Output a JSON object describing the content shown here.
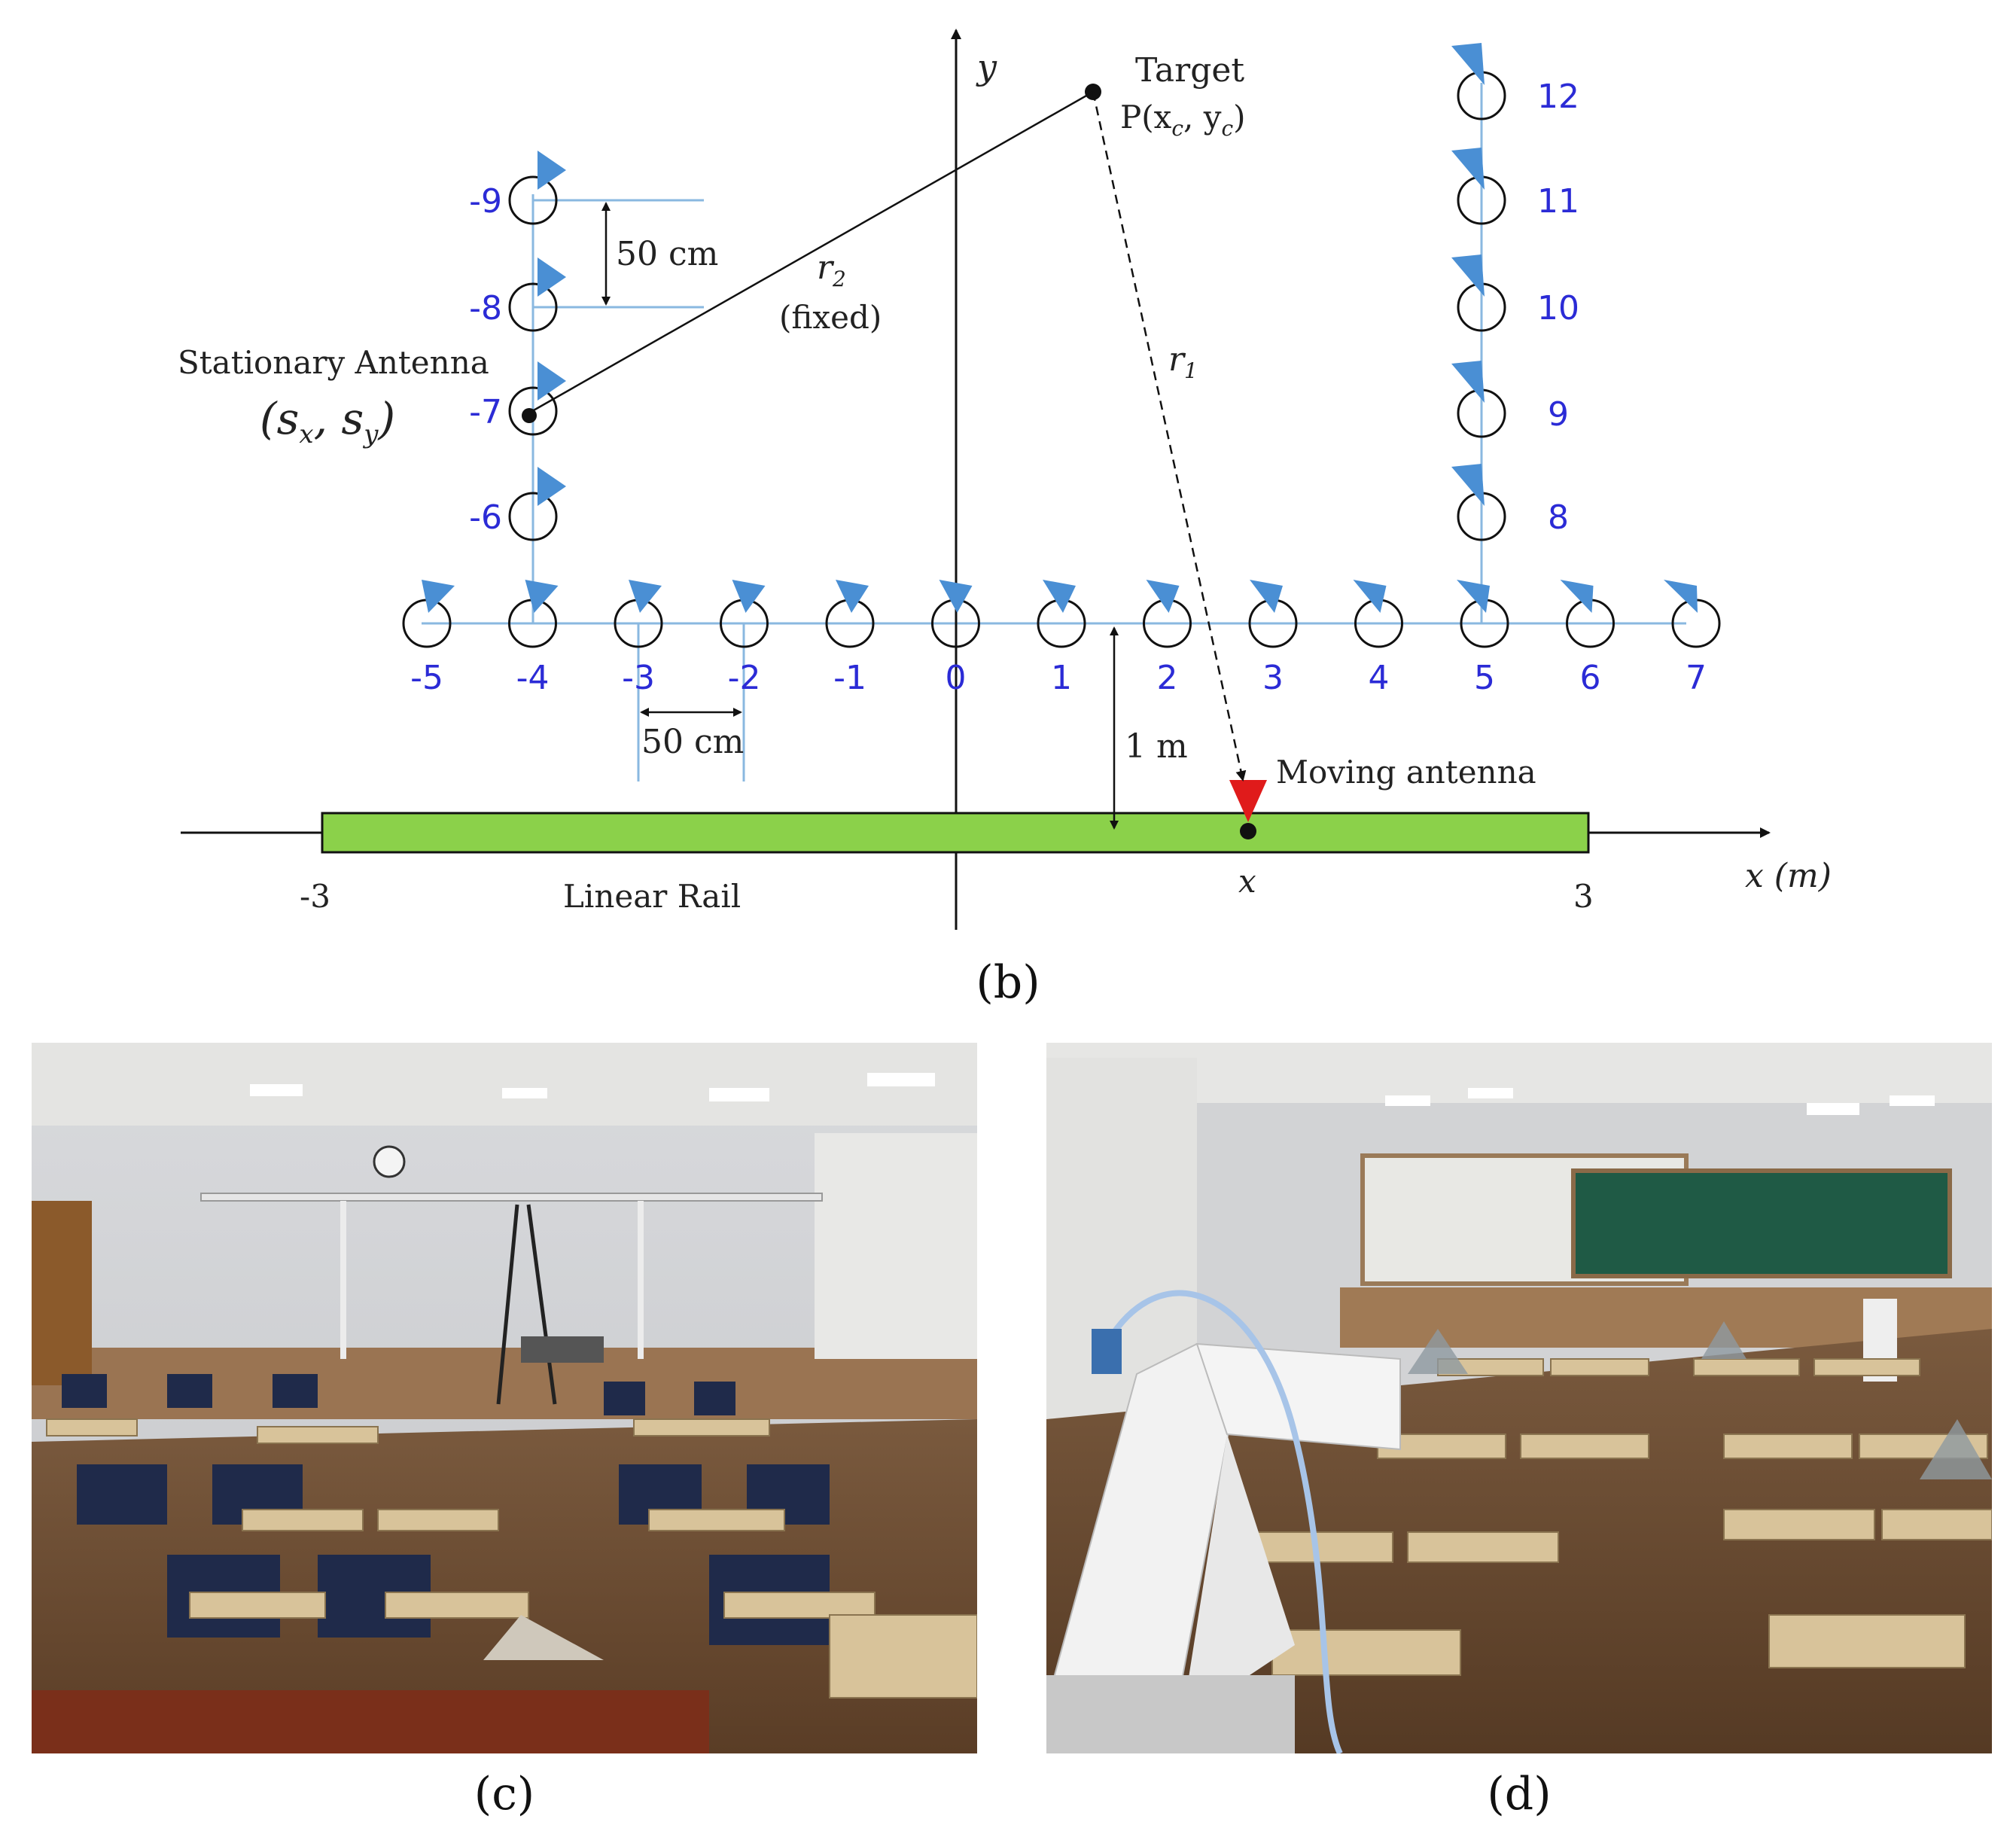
{
  "diagram": {
    "y_axis_label": "y",
    "x_axis_label": "x (m)",
    "target_title": "Target",
    "target_coord": "P(x",
    "target_coord_sub_c": "c",
    "target_coord_mid": ", y",
    "target_coord_end": ")",
    "r2_label": "r",
    "r2_sub": "2",
    "r2_note": "(fixed)",
    "r1_label": "r",
    "r1_sub": "1",
    "stationary_label": "Stationary Antenna",
    "stationary_coord_open": "(s",
    "stationary_coord_sx": "x",
    "stationary_coord_mid": ", s",
    "stationary_coord_sy": "y",
    "stationary_coord_close": ")",
    "spacing_vertical": "50 cm",
    "spacing_horizontal": "50 cm",
    "rail_distance": "1 m",
    "moving_label": "Moving antenna",
    "rail_label": "Linear Rail",
    "rail_left": "-3",
    "rail_right": "3",
    "rail_pos": "x",
    "bottom_row_labels": [
      "-5",
      "-4",
      "-3",
      "-2",
      "-1",
      "0",
      "1",
      "2",
      "3",
      "4",
      "5",
      "6",
      "7"
    ],
    "left_column_labels": [
      "-9",
      "-8",
      "-7",
      "-6"
    ],
    "right_column_labels": [
      "12",
      "11",
      "10",
      "9",
      "8"
    ],
    "colors": {
      "antenna": "#4a8fd4",
      "moving_antenna": "#e01b1b",
      "rail": "#8bd14a",
      "grid": "#8ab8e0",
      "index": "#2b2bd6"
    }
  },
  "captions": {
    "b": "(b)",
    "c": "(c)",
    "d": "(d)"
  },
  "photos": {
    "c_alt": "classroom with overhead linear rail",
    "d_alt": "classroom with antenna and corner reflectors"
  }
}
